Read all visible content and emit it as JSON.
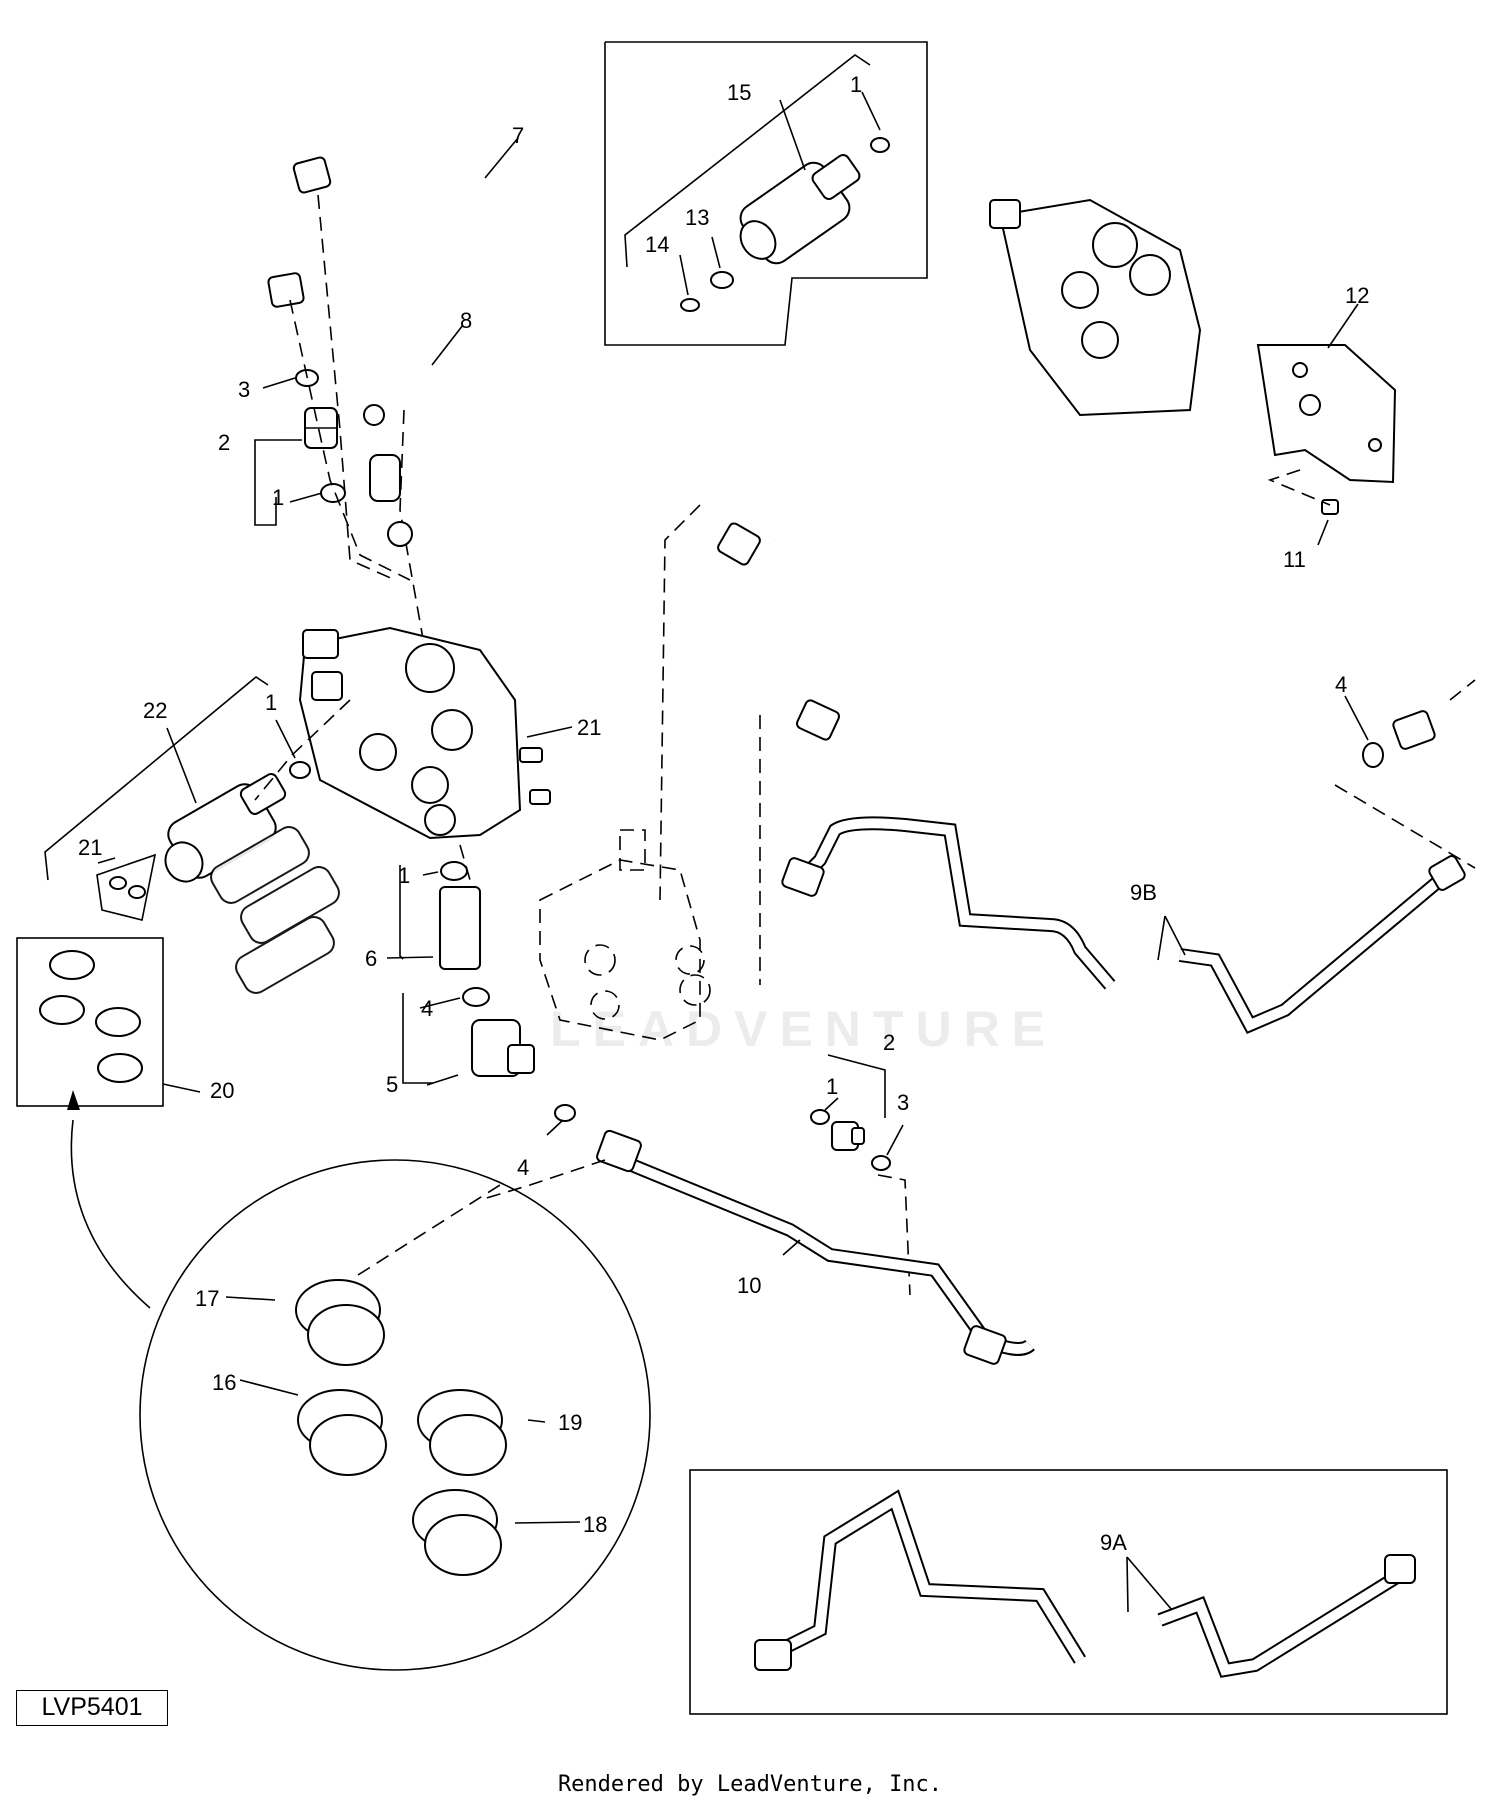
{
  "figure_id": "LVP5401",
  "footer": "Rendered by LeadVenture, Inc.",
  "watermark": "LEADVENTURE",
  "callouts": {
    "c7": "7",
    "c8": "8",
    "c3a": "3",
    "c2a": "2",
    "c1a": "1",
    "c15": "15",
    "c1b": "1",
    "c13": "13",
    "c14": "14",
    "c12": "12",
    "c11": "11",
    "c22": "22",
    "c1c": "1",
    "c21a": "21",
    "c21b": "21",
    "c4a": "4",
    "c9b": "9B",
    "c1d": "1",
    "c6": "6",
    "c4b": "4",
    "c5": "5",
    "c20": "20",
    "c1e": "1",
    "c2b": "2",
    "c3b": "3",
    "c4c": "4",
    "c10": "10",
    "c17": "17",
    "c16": "16",
    "c19": "19",
    "c18": "18",
    "c9a": "9A"
  },
  "icons": [
    "valve-icon",
    "coupler-icon",
    "dust-cap-icon",
    "bracket-icon",
    "hydraulic-line-icon",
    "o-ring-icon",
    "fitting-icon"
  ]
}
